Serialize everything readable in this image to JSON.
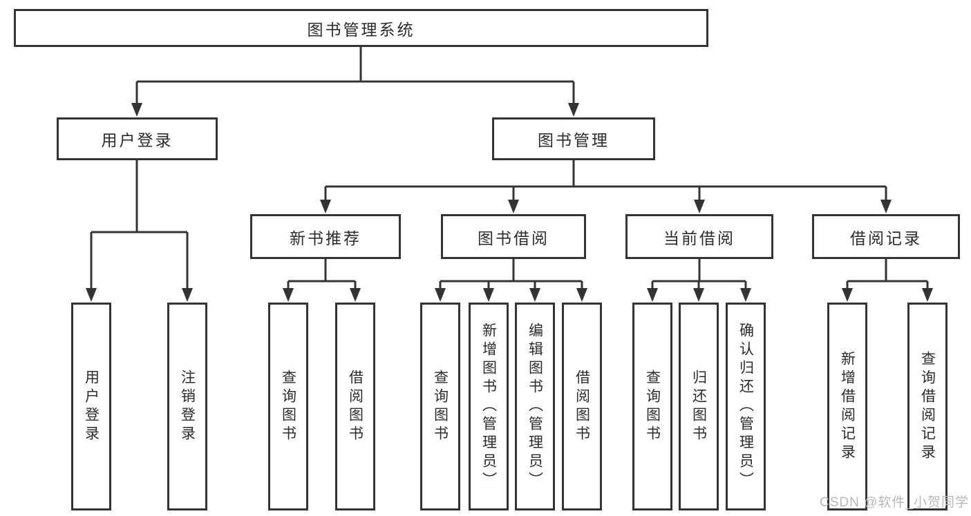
{
  "diagram": {
    "type": "hierarchy-tree",
    "title": "图书管理系统",
    "watermark": "CSDN @软件_小贺同学",
    "colors": {
      "line": "#333333",
      "box_border": "#333333",
      "box_background": "#ffffff",
      "text": "#2b2b2b",
      "watermark": "#b9b9b9"
    },
    "hierarchy": {
      "root": "图书管理系统",
      "children": [
        {
          "label": "用户登录",
          "children": [
            "用户登录",
            "注销登录"
          ]
        },
        {
          "label": "图书管理",
          "children": [
            {
              "label": "新书推荐",
              "children": [
                "查询图书",
                "借阅图书"
              ]
            },
            {
              "label": "图书借阅",
              "children": [
                "查询图书",
                "新增图书（管理员）",
                "编辑图书（管理员）",
                "借阅图书"
              ]
            },
            {
              "label": "当前借阅",
              "children": [
                "查询图书",
                "归还图书",
                "确认归还（管理员）"
              ]
            },
            {
              "label": "借阅记录",
              "children": [
                "新增借阅记录",
                "查询借阅记录"
              ]
            }
          ]
        }
      ]
    }
  },
  "nodes": {
    "root": {
      "label": "图书管理系统"
    },
    "user_login": {
      "label": "用户登录"
    },
    "book_mgmt": {
      "label": "图书管理"
    },
    "new_book_rec": {
      "label": "新书推荐"
    },
    "book_borrow": {
      "label": "图书借阅"
    },
    "current_borrow": {
      "label": "当前借阅"
    },
    "borrow_record": {
      "label": "借阅记录"
    },
    "leaf_user_login": {
      "label": "用户登录"
    },
    "leaf_logout": {
      "label": "注销登录"
    },
    "leaf_query_book_1": {
      "label": "查询图书"
    },
    "leaf_borrow_book_1": {
      "label": "借阅图书"
    },
    "leaf_query_book_2": {
      "label": "查询图书"
    },
    "leaf_add_book": {
      "label": "新增图书（管理员）"
    },
    "leaf_edit_book": {
      "label": "编辑图书（管理员）"
    },
    "leaf_borrow_book_2": {
      "label": "借阅图书"
    },
    "leaf_query_book_3": {
      "label": "查询图书"
    },
    "leaf_return_book": {
      "label": "归还图书"
    },
    "leaf_confirm_return": {
      "label": "确认归还（管理员）"
    },
    "leaf_add_record": {
      "label": "新增借阅记录"
    },
    "leaf_query_record": {
      "label": "查询借阅记录"
    }
  }
}
